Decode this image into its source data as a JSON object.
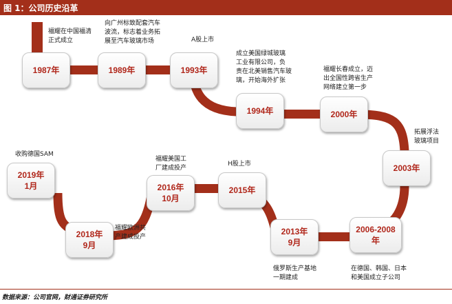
{
  "header": {
    "title": "图 1：公司历史沿革"
  },
  "timeline": {
    "nodes": [
      {
        "id": "n1987",
        "label": "1987年",
        "caption": "福耀在中国福清\n正式成立"
      },
      {
        "id": "n1989",
        "label": "1989年",
        "caption": "向广州标致配套汽车\n波流，标志着业务拓\n展至汽车玻璃市场"
      },
      {
        "id": "n1993",
        "label": "1993年",
        "caption": "A股上市"
      },
      {
        "id": "n1994",
        "label": "1994年",
        "caption": "成立美国绿城玻璃\n工业有限公司，负\n责在北美销售汽车玻\n璃，开始海外扩张"
      },
      {
        "id": "n2000",
        "label": "2000年",
        "caption": "福耀长春成立，迈\n出全国性跨省生产\n网络建立第一步"
      },
      {
        "id": "n2003",
        "label": "2003年",
        "caption": "拓展浮法\n玻璃项目"
      },
      {
        "id": "n2006",
        "label": "2006-2008\n年",
        "caption": "在德国、韩国、日本\n和美国成立子公司"
      },
      {
        "id": "n2013",
        "label": "2013年\n9月",
        "caption": "俄罗斯生产基地\n一期建成"
      },
      {
        "id": "n2015",
        "label": "2015年",
        "caption": "H股上市"
      },
      {
        "id": "n2016",
        "label": "2016年\n10月",
        "caption": "福耀美国工\n厂建成投产"
      },
      {
        "id": "n2018",
        "label": "2018年\n9月",
        "caption": "福耀欧洲共\n产建成投产"
      },
      {
        "id": "n2019",
        "label": "2019年\n1月",
        "caption": "收购德国SAM"
      }
    ]
  },
  "footer": {
    "source": "数据来源：公司官网，财通证券研究所"
  },
  "colors": {
    "accent": "#a32f1a",
    "node_text": "#b0261a"
  }
}
